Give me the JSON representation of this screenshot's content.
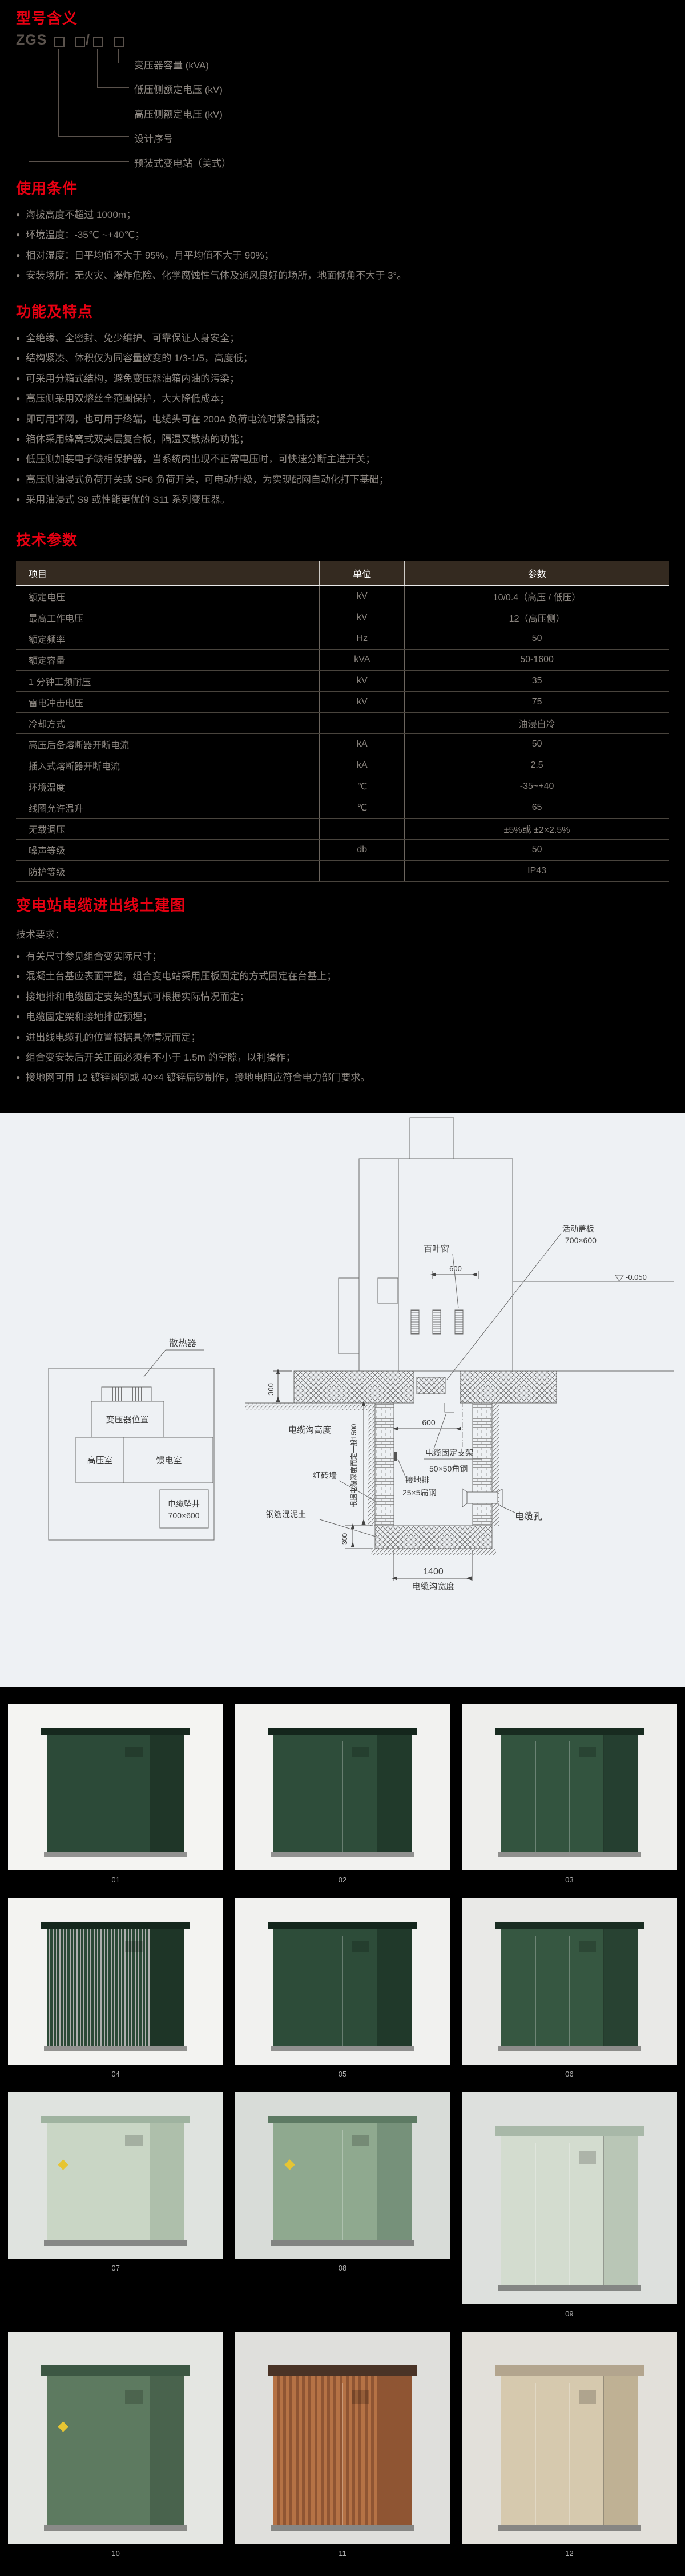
{
  "theme": {
    "accent_red": "#e60012",
    "body_text": "#8d8781",
    "page_bg": "#000000",
    "table_header_bg": "#342a20",
    "diagram_bg": "#eef1f4"
  },
  "model": {
    "title": "型号含义",
    "code_prefix": "ZGS",
    "code_separator": "/",
    "labels": [
      "变压器容量 (kVA)",
      "低压侧额定电压 (kV)",
      "高压侧额定电压 (kV)",
      "设计序号",
      "预装式变电站（美式）"
    ]
  },
  "usage": {
    "title": "使用条件",
    "items": [
      "海拔高度不超过 1000m；",
      "环境温度：-35℃ ~+40℃；",
      "相对湿度：日平均值不大于 95%，月平均值不大于 90%；",
      "安装场所：无火灾、爆炸危险、化学腐蚀性气体及通风良好的场所，地面倾角不大于 3°。"
    ]
  },
  "features": {
    "title": "功能及特点",
    "items": [
      "全绝缘、全密封、免少维护、可靠保证人身安全；",
      "结构紧凑、体积仅为同容量欧变的 1/3-1/5，高度低；",
      "可采用分箱式结构，避免变压器油箱内油的污染；",
      "高压侧采用双熔丝全范围保护，大大降低成本；",
      "即可用环网，也可用于终端，电缆头可在 200A 负荷电流时紧急插拔；",
      "箱体采用蜂窝式双夹层复合板，隔温又散热的功能；",
      "低压侧加装电子缺相保护器，当系统内出现不正常电压时，可快速分断主进开关；",
      "高压侧油浸式负荷开关或 SF6 负荷开关，可电动升级，为实现配网自动化打下基础；",
      "采用油浸式 S9 或性能更优的 S11 系列变压器。"
    ]
  },
  "specs": {
    "title": "技术参数",
    "columns": [
      "项目",
      "单位",
      "参数"
    ],
    "rows": [
      {
        "name": "额定电压",
        "unit": "kV",
        "value": "10/0.4（高压 / 低压）"
      },
      {
        "name": "最高工作电压",
        "unit": "kV",
        "value": "12（高压侧）"
      },
      {
        "name": "额定频率",
        "unit": "Hz",
        "value": "50"
      },
      {
        "name": "额定容量",
        "unit": "kVA",
        "value": "50-1600"
      },
      {
        "name": "1 分钟工频耐压",
        "unit": "kV",
        "value": "35"
      },
      {
        "name": "雷电冲击电压",
        "unit": "kV",
        "value": "75"
      },
      {
        "name": "冷却方式",
        "unit": "",
        "value": "油浸自冷"
      },
      {
        "name": "高压后备熔断器开断电流",
        "unit": "kA",
        "value": "50"
      },
      {
        "name": "插入式熔断器开断电流",
        "unit": "kA",
        "value": "2.5"
      },
      {
        "name": "环境温度",
        "unit": "℃",
        "value": "-35~+40"
      },
      {
        "name": "线圈允许温升",
        "unit": "℃",
        "value": "65"
      },
      {
        "name": "无载调压",
        "unit": "",
        "value": "±5%或 ±2×2.5%"
      },
      {
        "name": "噪声等级",
        "unit": "db",
        "value": "50"
      },
      {
        "name": "防护等级",
        "unit": "",
        "value": "IP43"
      }
    ]
  },
  "civil": {
    "title": "变电站电缆进出线土建图",
    "subtitle": "技术要求：",
    "items": [
      "有关尺寸参见组合变实际尺寸；",
      "混凝土台基应表面平整，组合变电站采用压板固定的方式固定在台基上；",
      "接地排和电缆固定支架的型式可根据实际情况而定；",
      "电缆固定架和接地排应预埋；",
      "进出线电缆孔的位置根据具体情况而定；",
      "组合变安装后开关正面必须有不小于 1.5m 的空隙，以利操作；",
      "接地网可用 12 镀锌圆钢或 40×4 镀锌扁钢制作，接地电阻应符合电力部门要求。"
    ]
  },
  "diagram": {
    "plan": {
      "radiator": "散热器",
      "transformer": "变压器位置",
      "hv_room": "高压室",
      "feeder_room": "馈电室",
      "cable_well": "电缆坠井",
      "cable_well_size": "700×600"
    },
    "section": {
      "louver": "百叶窗",
      "louver_dim": "600",
      "cover": "活动盖板",
      "cover_size": "700×600",
      "level": "-0.050",
      "slab_thickness": "300",
      "trench_height_label": "电缆沟高度",
      "depth_note": "根据电缆深度而定一般1500",
      "red_brick": "红砖墙",
      "concrete": "钢筋混泥土",
      "ground_bar": "接地排",
      "ground_bar_spec": "25×5扁钢",
      "bracket": "电缆固定支架",
      "bracket_spec": "50×50角钢",
      "cable_hole": "电缆孔",
      "trench_600": "600",
      "width_value": "1400",
      "width_label": "电缆沟宽度",
      "floor_thickness": "300"
    }
  },
  "gallery": {
    "items": [
      {
        "num": "01",
        "variant": "plain",
        "colors": {
          "pbg": "#f4f4f2",
          "roof": "#16281e",
          "face": "#2c4a38",
          "side": "#1f3628"
        }
      },
      {
        "num": "02",
        "variant": "plain",
        "colors": {
          "pbg": "#f2f2f0",
          "roof": "#14261c",
          "face": "#2e4d3a",
          "side": "#213a2b"
        }
      },
      {
        "num": "03",
        "variant": "plain",
        "colors": {
          "pbg": "#eeeeec",
          "roof": "#182b20",
          "face": "#33543f",
          "side": "#253f30"
        }
      },
      {
        "num": "04",
        "variant": "fins",
        "colors": {
          "pbg": "#f3f3f1",
          "roof": "#15271d",
          "face": "#2b4936",
          "side": "#1e3527"
        }
      },
      {
        "num": "05",
        "variant": "plain",
        "colors": {
          "pbg": "#f1f1ef",
          "roof": "#14261c",
          "face": "#2d4c39",
          "side": "#20392a"
        }
      },
      {
        "num": "06",
        "variant": "plain",
        "colors": {
          "pbg": "#e9e9e7",
          "roof": "#1a2d22",
          "face": "#365741",
          "side": "#284232"
        }
      },
      {
        "num": "07",
        "variant": "sign",
        "colors": {
          "pbg": "#dfe3df",
          "roof": "#9fb3a0",
          "face": "#c9d6c5",
          "side": "#aebfab"
        }
      },
      {
        "num": "08",
        "variant": "sign",
        "colors": {
          "pbg": "#d8dcd8",
          "roof": "#5d7a63",
          "face": "#8fa98f",
          "side": "#76917a"
        }
      },
      {
        "num": "09",
        "variant": "plain",
        "colors": {
          "pbg": "#dde0dd",
          "roof": "#a8b8a8",
          "face": "#d3dccf",
          "side": "#b9c6b6"
        }
      },
      {
        "num": "10",
        "variant": "sign",
        "colors": {
          "pbg": "#e4e6e2",
          "roof": "#3c5743",
          "face": "#5d7a60",
          "side": "#49634d"
        }
      },
      {
        "num": "11",
        "variant": "stripes",
        "colors": {
          "pbg": "#dfdfdc",
          "roof": "#4a3326",
          "face": "#b57245",
          "side": "#8f5533"
        }
      },
      {
        "num": "12",
        "variant": "plain",
        "colors": {
          "pbg": "#e2e0da",
          "roof": "#b3a58e",
          "face": "#d6c9ae",
          "side": "#bfb194"
        }
      }
    ]
  }
}
